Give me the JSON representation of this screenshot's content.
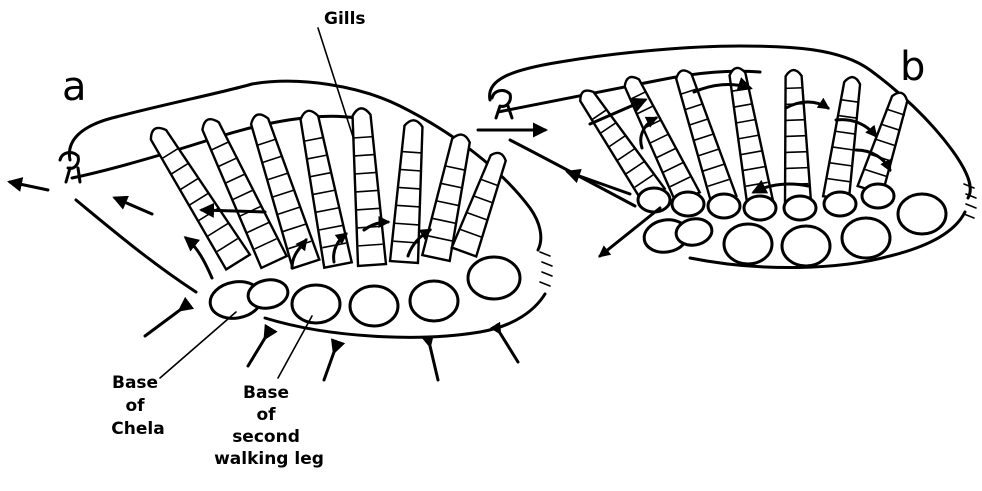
{
  "panels": {
    "a": {
      "letter": "a"
    },
    "b": {
      "letter": "b"
    }
  },
  "labels": {
    "gills": "Gills",
    "base_of_chela": [
      "Base",
      "of",
      "Chela"
    ],
    "base_of_second_walking_leg": [
      "Base",
      "of",
      "second",
      "walking leg"
    ]
  }
}
